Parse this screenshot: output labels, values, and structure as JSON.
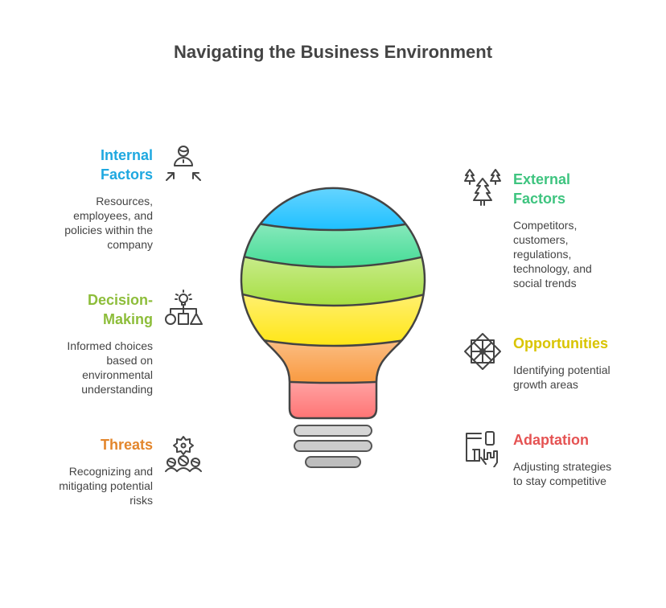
{
  "title": "Navigating the Business Environment",
  "items": [
    {
      "title": "Internal Factors",
      "title_lines": [
        "Internal",
        "Factors"
      ],
      "description": "Resources, employees, and policies within the company",
      "desc_lines": [
        "Resources,",
        "employees, and",
        "policies within the",
        "company"
      ],
      "color": "#1ea8e0",
      "icon": "person-arrows-icon"
    },
    {
      "title": "Decision-Making",
      "title_lines": [
        "Decision-",
        "Making"
      ],
      "description": "Informed choices based on environmental understanding",
      "desc_lines": [
        "Informed choices",
        "based on",
        "environmental",
        "understanding"
      ],
      "color": "#8dbd3a",
      "icon": "idea-hierarchy-icon"
    },
    {
      "title": "Threats",
      "title_lines": [
        "Threats"
      ],
      "description": "Recognizing and mitigating potential risks",
      "desc_lines": [
        "Recognizing and",
        "mitigating potential",
        "risks"
      ],
      "color": "#e3862c",
      "icon": "virus-people-icon"
    },
    {
      "title": "External Factors",
      "title_lines": [
        "External",
        "Factors"
      ],
      "description": "Competitors, customers, regulations, technology, and social trends",
      "desc_lines": [
        "Competitors,",
        "customers,",
        "regulations,",
        "technology, and",
        "social trends"
      ],
      "color": "#3ec47f",
      "icon": "trees-icon"
    },
    {
      "title": "Opportunities",
      "title_lines": [
        "Opportunities"
      ],
      "description": "Identifying potential growth areas",
      "desc_lines": [
        "Identifying potential",
        "growth areas"
      ],
      "color": "#d9c400",
      "icon": "star-pattern-icon"
    },
    {
      "title": "Adaptation",
      "title_lines": [
        "Adaptation"
      ],
      "description": "Adjusting strategies to stay competitive",
      "desc_lines": [
        "Adjusting strategies",
        "to stay competitive"
      ],
      "color": "#e55353",
      "icon": "devices-hand-icon"
    }
  ],
  "bulb_colors": [
    "#1ec0ff",
    "#45dc96",
    "#a6df42",
    "#ffe616",
    "#f99a40",
    "#ff6b6b"
  ]
}
